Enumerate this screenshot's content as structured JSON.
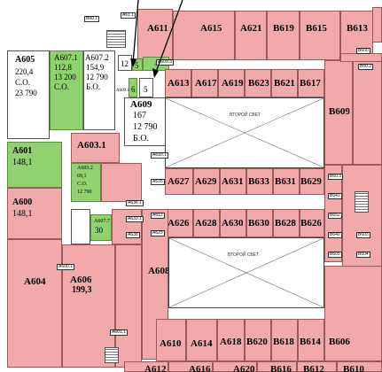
{
  "title": "",
  "units": {
    "A611": {
      "name": "A611"
    },
    "A615": {
      "name": "A615"
    },
    "A621": {
      "name": "A621"
    },
    "B619": {
      "name": "B619"
    },
    "B615": {
      "name": "B615"
    },
    "B613": {
      "name": "B613"
    },
    "A605": {
      "name": "A605",
      "area": "220,4",
      "class": "С.О.",
      "price": "23 790"
    },
    "A607_1": {
      "name": "A607.1",
      "area": "112,8",
      "price": "13 200",
      "class": "С.О."
    },
    "A607_2": {
      "name": "A607.2",
      "area": "154,9",
      "price": "12 790",
      "class": "Б.О."
    },
    "A609": {
      "name": "A609",
      "area": "167",
      "price": "12 790",
      "class": "Б.О."
    },
    "A613": {
      "name": "A613"
    },
    "A617": {
      "name": "A617"
    },
    "A619": {
      "name": "A619"
    },
    "B623": {
      "name": "B623"
    },
    "B621": {
      "name": "B621"
    },
    "B617": {
      "name": "B617"
    },
    "B609": {
      "name": "B609"
    },
    "A601": {
      "name": "A601",
      "area": "148,1"
    },
    "A603_1": {
      "name": "A603.1"
    },
    "A603_2": {
      "name": "A603.2",
      "area": "69,1",
      "class": "С.О.",
      "price": "12 790"
    },
    "A627": {
      "name": "A627"
    },
    "A629": {
      "name": "A629"
    },
    "A631": {
      "name": "A631"
    },
    "B633": {
      "name": "B633"
    },
    "B631": {
      "name": "B631"
    },
    "B629": {
      "name": "B629"
    },
    "A600": {
      "name": "A600",
      "area": "148,1"
    },
    "A607_7": {
      "name": "A607.7",
      "area": "30"
    },
    "A626": {
      "name": "A626"
    },
    "A628": {
      "name": "A628"
    },
    "A630": {
      "name": "A630"
    },
    "B630": {
      "name": "B630"
    },
    "B628": {
      "name": "B628"
    },
    "B626": {
      "name": "B626"
    },
    "A604": {
      "name": "A604"
    },
    "A606": {
      "name": "A606",
      "area": "199,3"
    },
    "A608": {
      "name": "A608"
    },
    "A610": {
      "name": "A610"
    },
    "A614": {
      "name": "A614"
    },
    "A618": {
      "name": "A618"
    },
    "B620": {
      "name": "B620"
    },
    "B618": {
      "name": "B618"
    },
    "B614": {
      "name": "B614"
    },
    "B606": {
      "name": "B606"
    },
    "A612": {
      "name": "A612"
    },
    "A616": {
      "name": "A616"
    },
    "A620": {
      "name": "A620"
    },
    "B616": {
      "name": "B616"
    },
    "B612": {
      "name": "B612"
    },
    "B610": {
      "name": "B610"
    }
  },
  "small_marks": {
    "s1": "12",
    "s2": "5",
    "s3": "6",
    "s4": "5",
    "s5": "A609.1",
    "s6": "A607.5"
  },
  "atrium": {
    "upper": "ВТОРОЙ СВЕТ",
    "lower": "ВТОРОЙ СВЕТ"
  },
  "tags": [
    "B60.1",
    "A61.1",
    "A609.3",
    "B600",
    "B60.2",
    "B60.3",
    "A610.1",
    "A635",
    "B641",
    "B652",
    "A612",
    "B640",
    "A633.1",
    "B603",
    "A636.1",
    "B605",
    "A623",
    "A600.1",
    "B604",
    "A638",
    "A601.1"
  ],
  "colors": {
    "leased": "#f2a9a9",
    "available": "#8fd26e",
    "outline": "#9a5a5a"
  }
}
